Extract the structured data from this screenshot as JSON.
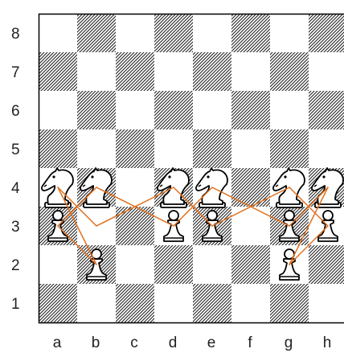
{
  "board": {
    "files": [
      "a",
      "b",
      "c",
      "d",
      "e",
      "f",
      "g",
      "h"
    ],
    "ranks": [
      "1",
      "2",
      "3",
      "4",
      "5",
      "6",
      "7",
      "8"
    ],
    "dark_square_style": "diagonal-hatch",
    "border_color": "#000000"
  },
  "pieces": [
    {
      "type": "knight",
      "color": "white",
      "square": "a4"
    },
    {
      "type": "knight",
      "color": "white",
      "square": "b4"
    },
    {
      "type": "knight",
      "color": "white",
      "square": "d4"
    },
    {
      "type": "knight",
      "color": "white",
      "square": "e4"
    },
    {
      "type": "knight",
      "color": "white",
      "square": "g4"
    },
    {
      "type": "knight",
      "color": "white",
      "square": "h4"
    },
    {
      "type": "pawn",
      "color": "white",
      "square": "a3"
    },
    {
      "type": "pawn",
      "color": "white",
      "square": "d3"
    },
    {
      "type": "pawn",
      "color": "white",
      "square": "e3"
    },
    {
      "type": "pawn",
      "color": "white",
      "square": "g3"
    },
    {
      "type": "pawn",
      "color": "white",
      "square": "h3"
    },
    {
      "type": "pawn",
      "color": "white",
      "square": "g2"
    },
    {
      "type": "pawn",
      "color": "white",
      "square": "b2"
    }
  ],
  "path": {
    "color": "#e0701e",
    "points": [
      "b4",
      "a3",
      "b2",
      "a4",
      "b3",
      "d4",
      "e3",
      "g4",
      "h3",
      "g2",
      "h4",
      "g3",
      "e4",
      "d3",
      "b4"
    ]
  }
}
